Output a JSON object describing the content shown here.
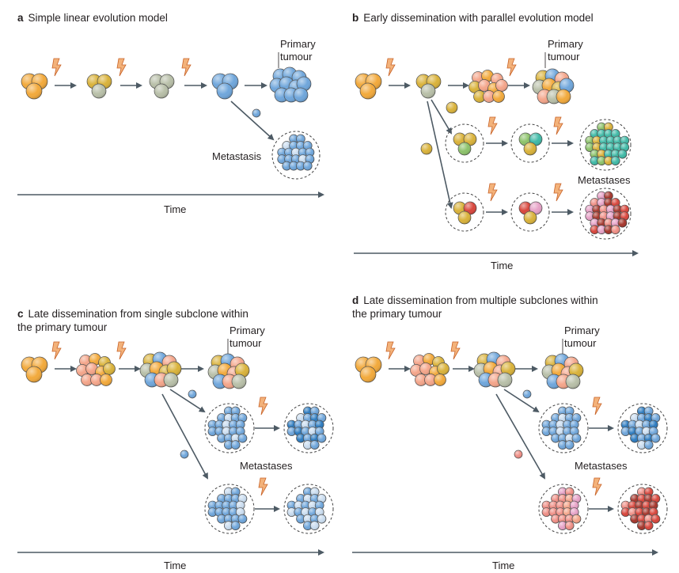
{
  "panels": {
    "a": {
      "letter": "a",
      "title": "Simple linear evolution model",
      "time": "Time",
      "primary": "Primary\ntumour",
      "metastasis": "Metastasis"
    },
    "b": {
      "letter": "b",
      "title": "Early dissemination with parallel evolution model",
      "time": "Time",
      "primary": "Primary\ntumour",
      "metastases": "Metastases"
    },
    "c": {
      "letter": "c",
      "title": "Late dissemination from single subclone within\nthe primary tumour",
      "time": "Time",
      "primary": "Primary\ntumour",
      "metastases": "Metastases"
    },
    "d": {
      "letter": "d",
      "title": "Late dissemination from multiple subclones within\nthe primary tumour",
      "time": "Time",
      "primary": "Primary\ntumour",
      "metastases": "Metastases"
    }
  },
  "colors": {
    "orange": "#f2a93b",
    "yellow": "#d9b23a",
    "grey": "#b8bfa8",
    "blue": "#6fa6db",
    "darkblue": "#2c7bc0",
    "paleblue": "#c9dcef",
    "pink": "#f4a58a",
    "green": "#8cc26a",
    "teal": "#3fb9a6",
    "red": "#d8463c",
    "rose": "#e6a1c6",
    "maroon": "#a5362c",
    "salmon": "#ef8f86",
    "arrow": "#4d5a64",
    "bolt": "#f3b27a"
  }
}
